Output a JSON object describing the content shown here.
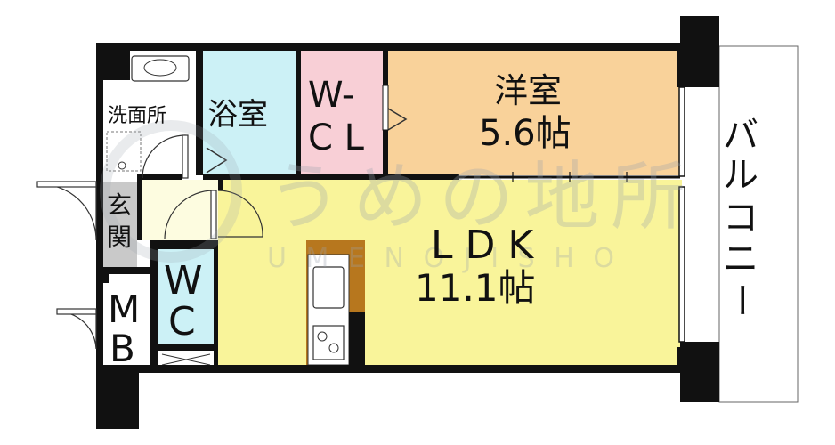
{
  "rooms": {
    "washroom": "洗面所",
    "bath": "浴室",
    "wcl_line1": "W-",
    "wcl_line2": "C L",
    "western_name": "洋室",
    "western_size": "5.6帖",
    "ldk_name": "L D K",
    "ldk_size": "11.1帖",
    "entrance_line1": "玄",
    "entrance_line2": "関",
    "wc_line1": "W",
    "wc_line2": "C",
    "mb_line1": "M",
    "mb_line2": "B",
    "balcony_chars": [
      "バ",
      "ル",
      "コ",
      "ニ",
      "ー"
    ]
  },
  "watermark": {
    "main": "うめの地所",
    "sub": "U M E N O J I S H O"
  },
  "colors": {
    "wall": "#111111",
    "wet_area": "#ccf1f6",
    "closet": "#f8cfd6",
    "western": "#f9d29a",
    "ldk": "#f9f49a",
    "entrance": "#fdfce0",
    "genkan_floor": "#c9c9c9",
    "counter": "#b7771e"
  }
}
